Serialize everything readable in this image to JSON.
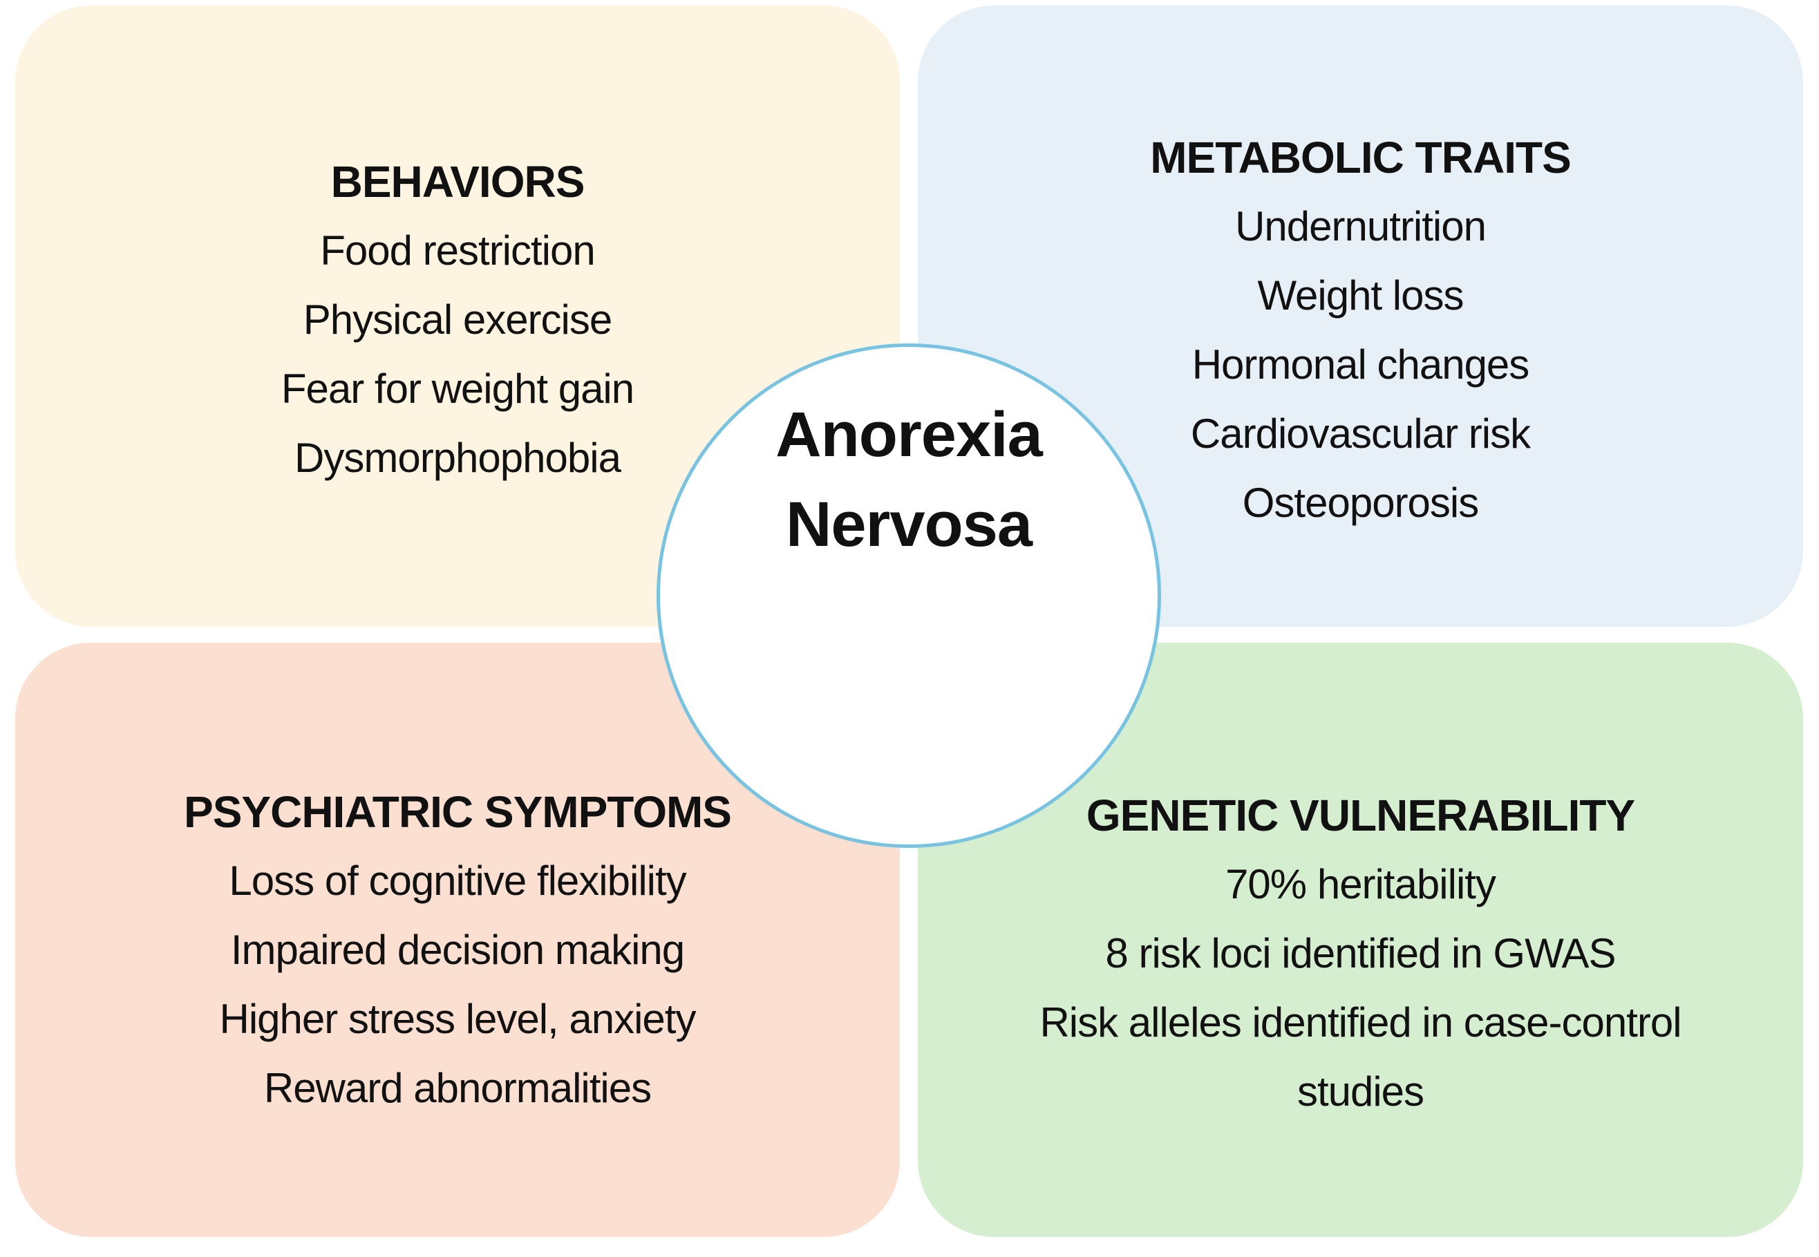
{
  "diagram": {
    "title": "Anorexia Nervosa",
    "title_lines": [
      "Anorexia",
      "Nervosa"
    ],
    "center_circle": {
      "fill": "#ffffff",
      "border_color": "#78c3e1"
    },
    "colors": {
      "page_background": "#ffffff",
      "text": "#111111"
    },
    "quadrants": [
      {
        "id": "behaviors",
        "heading": "BEHAVIORS",
        "bg": "#fdf5e2",
        "items": [
          "Food restriction",
          "Physical exercise",
          "Fear for weight gain",
          "Dysmorphophobia"
        ]
      },
      {
        "id": "metabolic-traits",
        "heading": "METABOLIC TRAITS",
        "bg": "#e8f0f7",
        "items": [
          "Undernutrition",
          "Weight loss",
          "Hormonal changes",
          "Cardiovascular risk",
          "Osteoporosis"
        ]
      },
      {
        "id": "psychiatric-symptoms",
        "heading": "PSYCHIATRIC SYMPTOMS",
        "bg": "#fbdfd1",
        "items": [
          "Loss of cognitive flexibility",
          "Impaired decision making",
          "Higher stress level, anxiety",
          "Reward abnormalities"
        ]
      },
      {
        "id": "genetic-vulnerability",
        "heading": "GENETIC VULNERABILITY",
        "bg": "#d6eed0",
        "items": [
          "70% heritability",
          "8 risk loci identified in GWAS",
          "Risk alleles identified in case-control studies"
        ]
      }
    ]
  }
}
